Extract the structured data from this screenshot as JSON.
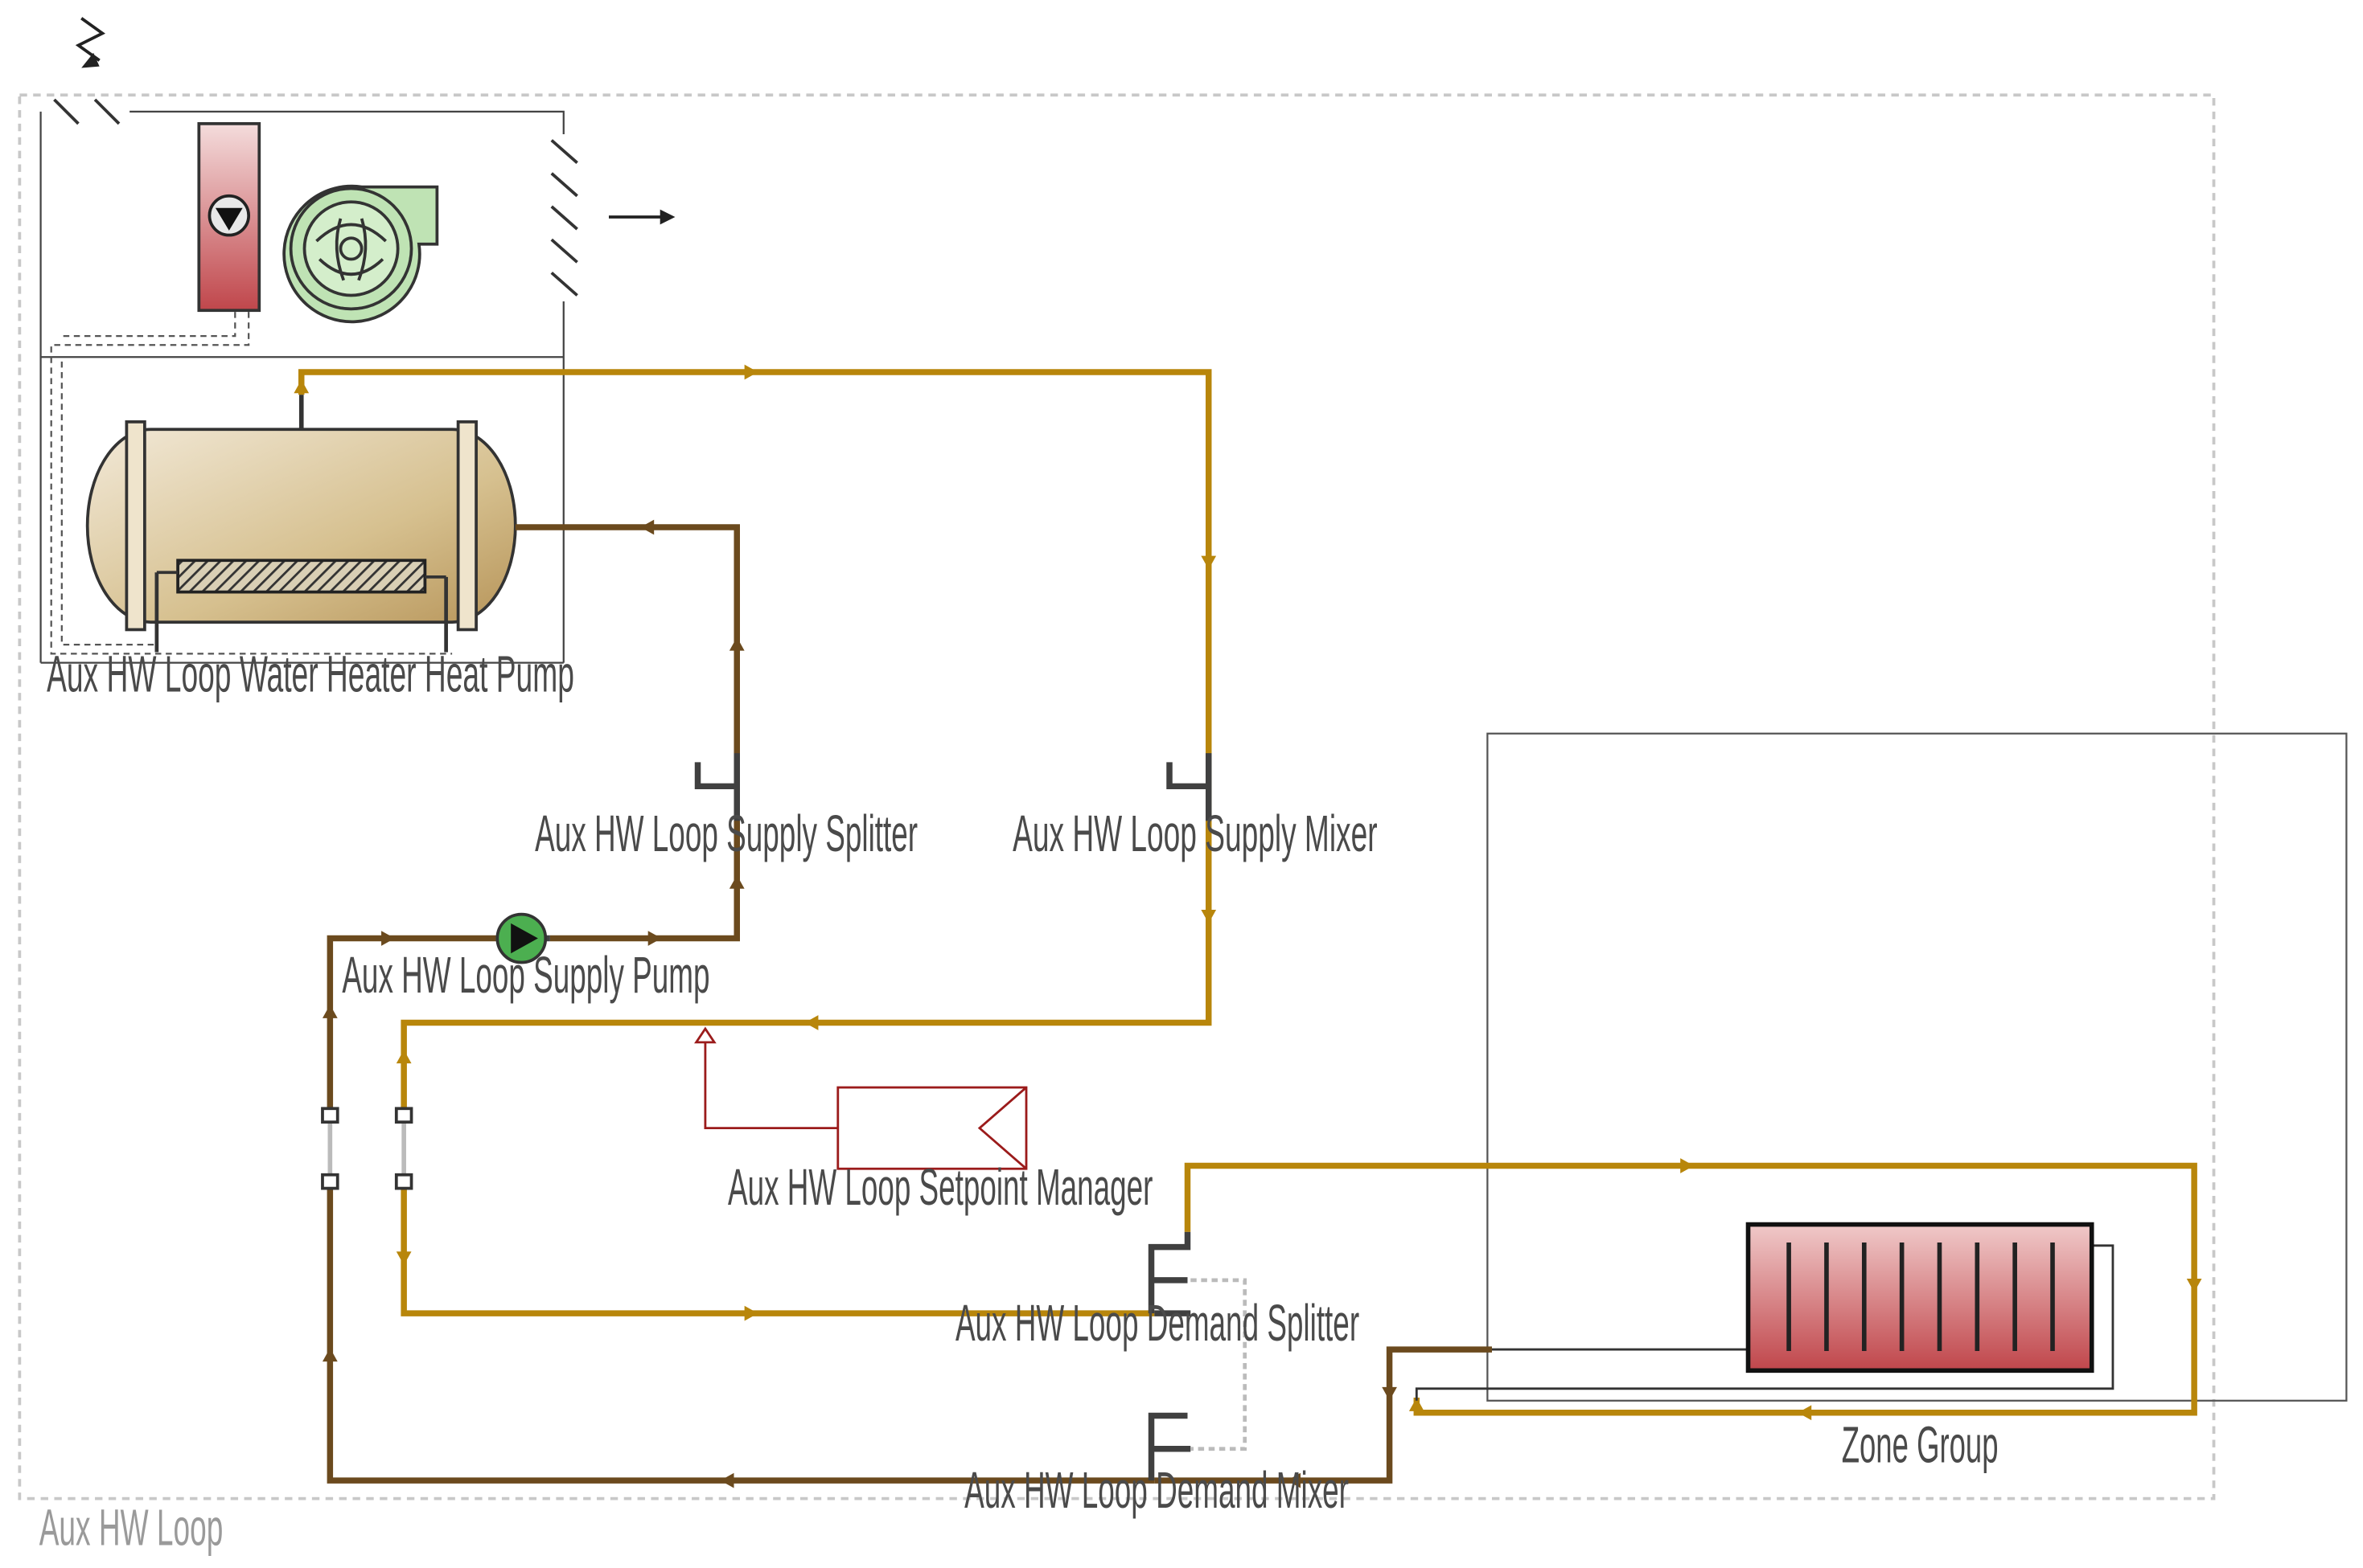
{
  "loop": {
    "name": "Aux HW Loop"
  },
  "components": {
    "water_heater": "Aux HW Loop Water Heater Heat Pump",
    "supply_splitter": "Aux HW Loop Supply Splitter",
    "supply_mixer": "Aux HW Loop Supply Mixer",
    "supply_pump": "Aux HW Loop Supply Pump",
    "setpoint_manager": "Aux HW Loop Setpoint Manager",
    "demand_splitter": "Aux HW Loop Demand Splitter",
    "demand_mixer": "Aux HW Loop Demand Mixer",
    "zone_group": "Zone Group"
  },
  "colors": {
    "supply_pipe": "#b8860b",
    "return_pipe": "#6b4a1e",
    "connector": "#404040",
    "setpoint_line": "#9b1b1b",
    "pump_green": "#4caf50",
    "tank_fill": "#d9c49a",
    "radiator_fill": "#c0464b"
  }
}
